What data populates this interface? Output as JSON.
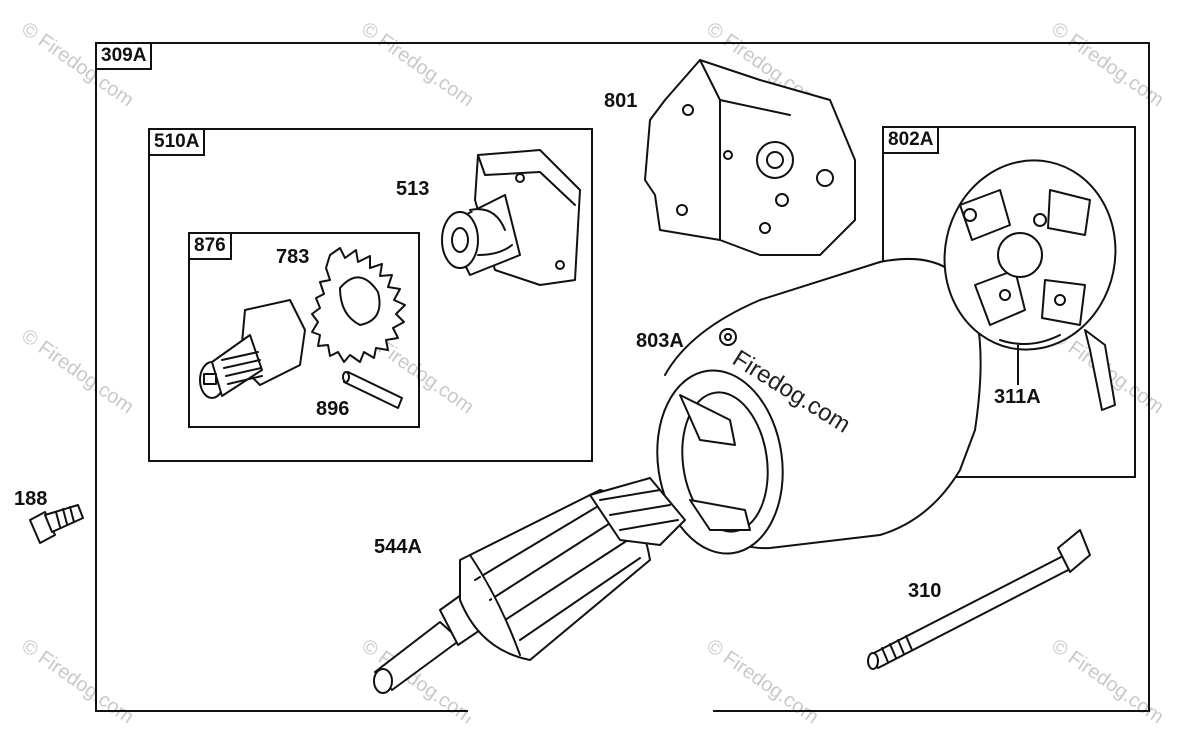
{
  "frames": {
    "outer": "309A",
    "drive": "510A",
    "clutch": "876",
    "brush": "802A"
  },
  "labels": {
    "p513": "513",
    "p783": "783",
    "p896": "896",
    "p801": "801",
    "p803a": "803A",
    "p311a": "311A",
    "p188": "188",
    "p544a": "544A",
    "p310": "310"
  },
  "watermark": {
    "center": "Firedog.com",
    "tile": "© Firedog.com"
  }
}
